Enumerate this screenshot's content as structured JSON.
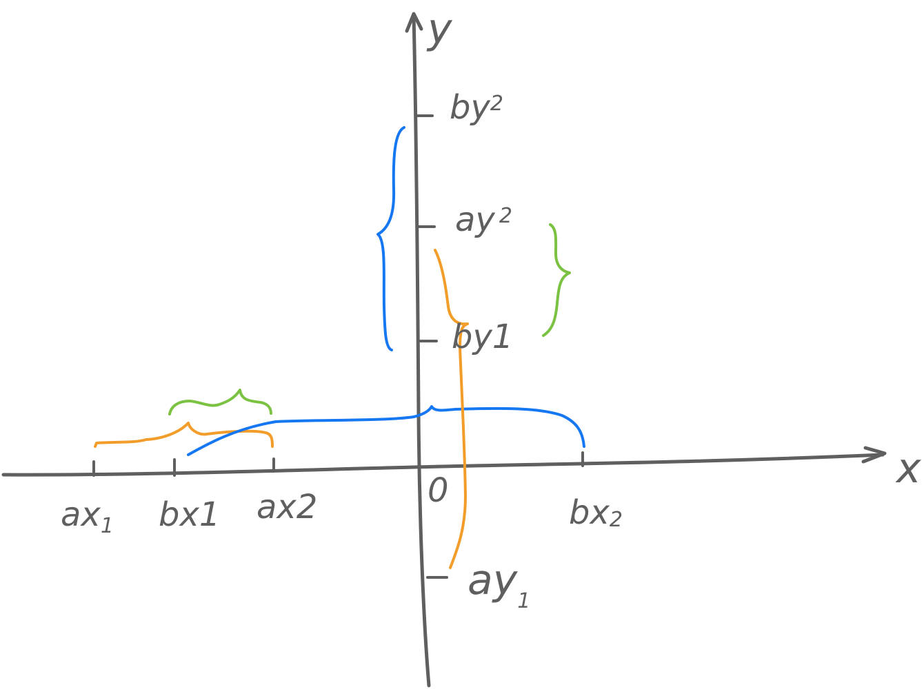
{
  "axes": {
    "x_label": "x",
    "y_label": "y",
    "origin_label": "0"
  },
  "x_ticks": [
    {
      "base": "ax",
      "sub": "1"
    },
    {
      "base": "bx",
      "sub": "1"
    },
    {
      "base": "ax",
      "sub": "2"
    },
    {
      "base": "bx",
      "sub": "2"
    }
  ],
  "y_ticks": [
    {
      "base": "by",
      "sub": "2"
    },
    {
      "base": "ay",
      "sub": "2"
    },
    {
      "base": "by",
      "sub": "1"
    },
    {
      "base": "ay",
      "sub": "1"
    }
  ],
  "colors": {
    "axis": "#5f5f5f",
    "interval_a": "#f29d2a",
    "interval_b": "#1677f2",
    "overlap": "#7cc242"
  }
}
